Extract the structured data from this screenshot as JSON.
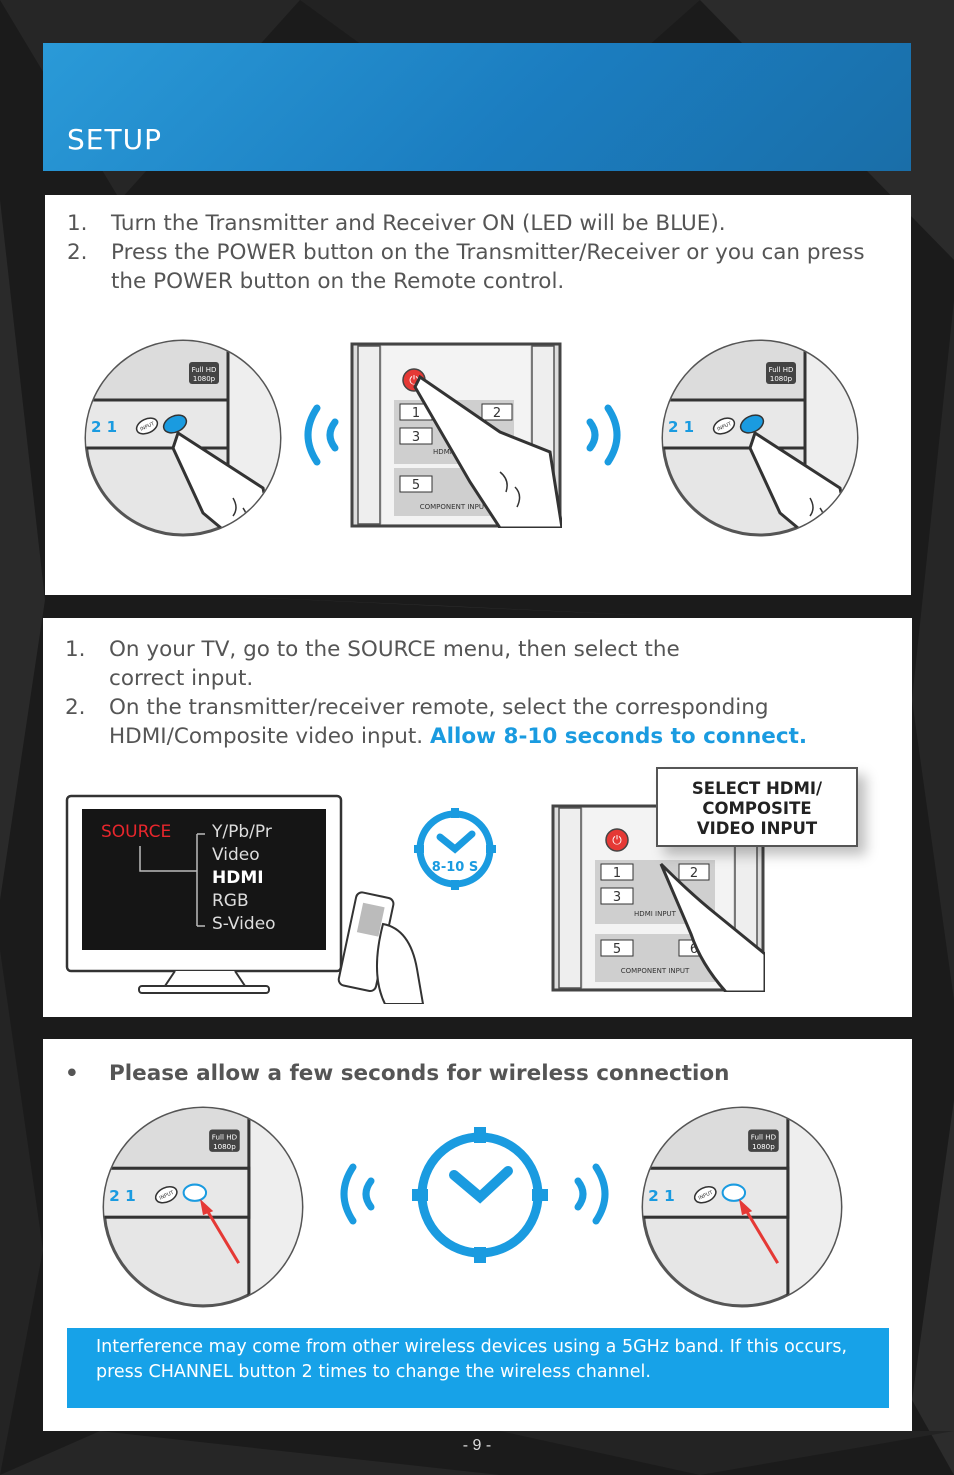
{
  "header": {
    "title": "SETUP",
    "color": "#1b7dc0"
  },
  "section1": {
    "steps": [
      {
        "num": "1.",
        "text": "Turn the Transmitter and Receiver ON (LED will be BLUE)."
      },
      {
        "num": "2.",
        "text": "Press the POWER button on the Transmitter/Receiver or you can press the POWER button on the Remote control."
      }
    ],
    "device_left": {
      "channel": "2 1",
      "input_label": "INPUT",
      "badge_top": "Full HD",
      "badge_bottom": "1080p"
    },
    "remote": {
      "keys": [
        "1",
        "2",
        "3"
      ],
      "hdmi_label": "HDMI INPUT",
      "key5": "5",
      "component_label": "COMPONENT INPUT"
    },
    "device_right": {
      "channel": "2 1",
      "input_label": "INPUT",
      "badge_top": "Full HD",
      "badge_bottom": "1080p"
    }
  },
  "section2": {
    "steps": [
      {
        "num": "1.",
        "text": "On your TV, go to the SOURCE menu, then select the correct input."
      },
      {
        "num": "2.",
        "text_plain": "On the transmitter/receiver remote, select the corresponding HDMI/Composite video input.",
        "text_highlight": "Allow 8-10 seconds to connect."
      }
    ],
    "tv_menu": {
      "source_label": "SOURCE",
      "options": [
        "Y/Pb/Pr",
        "Video",
        "HDMI",
        "RGB",
        "S-Video"
      ],
      "selected": "HDMI"
    },
    "timer_label": "8-10 S",
    "callout": [
      "SELECT HDMI/",
      "COMPOSITE",
      "VIDEO INPUT"
    ],
    "remote": {
      "keys": [
        "1",
        "2",
        "3",
        "5",
        "6"
      ],
      "hdmi_label": "HDMI INPUT",
      "component_label": "COMPONENT INPUT"
    }
  },
  "section3": {
    "bullet": "•",
    "text": "Please allow a few seconds for wireless connection",
    "device_left": {
      "channel": "2 1",
      "input_label": "INPUT",
      "badge_top": "Full HD",
      "badge_bottom": "1080p"
    },
    "device_right": {
      "channel": "2 1",
      "input_label": "INPUT",
      "badge_top": "Full HD",
      "badge_bottom": "1080p"
    },
    "note": "Interference may come from other wireless devices using a 5GHz band. If this occurs, press CHANNEL button 2 times to change the wireless channel."
  },
  "page_number": "- 9 -",
  "colors": {
    "accent_blue": "#1a9be0",
    "note_blue": "#17a2e8",
    "power_red": "#e53935",
    "source_red": "#e8262c"
  }
}
